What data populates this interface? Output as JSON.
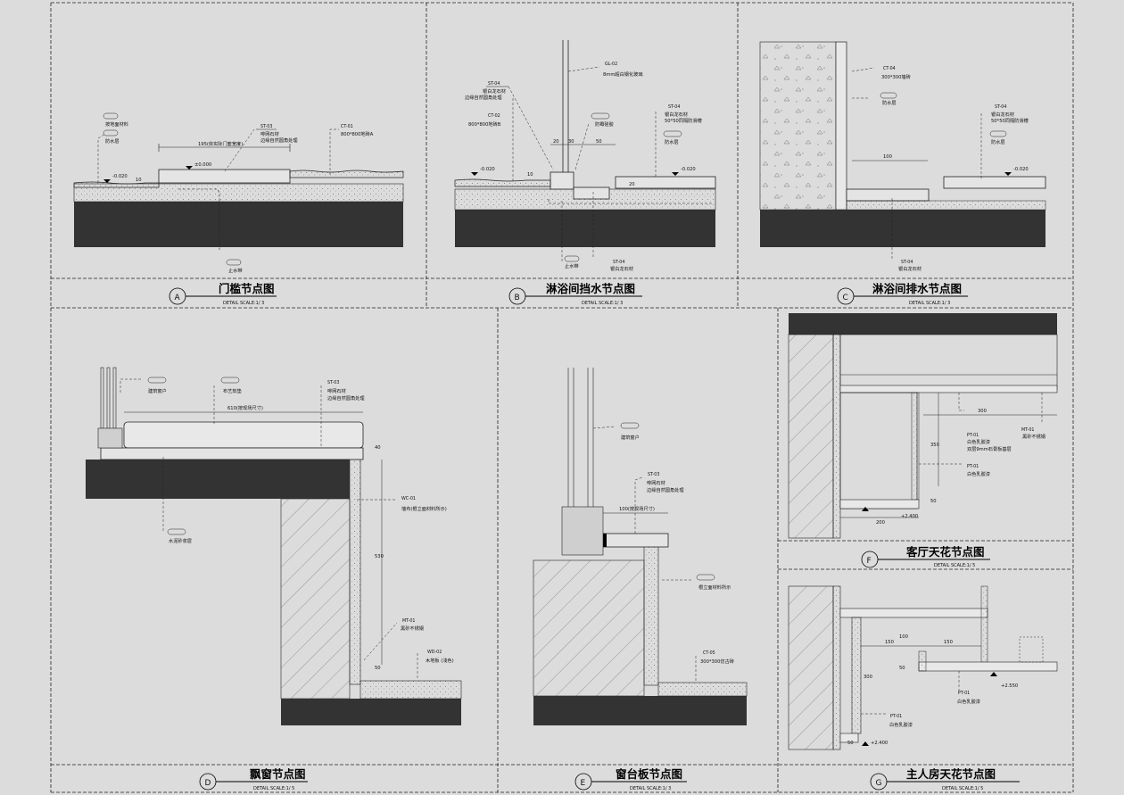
{
  "details": {
    "A": {
      "letter": "A",
      "title": "门槛节点图",
      "scale": "DETAIL   SCALE:1/  3",
      "labels": {
        "paving_finish": "按地面材料",
        "waterproof": "防水层",
        "code_st03": "ST-03",
        "stone_label": "啡网石材",
        "stone_note": "边缘自然圆角处理",
        "code_ct01": "CT-01",
        "tile_label": "800*800地砖A",
        "dim_width": "195(依实际门套宽度)",
        "level_zero": "±0.000",
        "level_low": "-0.020",
        "dim_10": "10",
        "waterstop": "止水带"
      }
    },
    "B": {
      "letter": "B",
      "title": "淋浴间挡水节点图",
      "scale": "DETAIL   SCALE:1/  3",
      "labels": {
        "code_st04_top": "ST-04",
        "stone_label": "银白龙石材",
        "stone_note": "边缘自然圆角处理",
        "code_ct02": "CT-02",
        "tile_label": "800*800地砖B",
        "code_gl02": "GL-02",
        "glass_label": "8mm超白钢化玻璃",
        "silicone": "防霉硅胶",
        "code_st04_right": "ST-04",
        "stone_right": "银白龙石材",
        "groove": "50*50同隔防滑槽",
        "waterproof": "防水层",
        "dim_20": "20",
        "dim_30": "30",
        "dim_50": "50",
        "dim_10": "10",
        "dim_20b": "20",
        "level_left": "-0.020",
        "level_right": "-0.020",
        "waterstop": "止水带",
        "code_st04_bottom": "ST-04",
        "stone_bottom": "银白龙石材"
      }
    },
    "C": {
      "letter": "C",
      "title": "淋浴间排水节点图",
      "scale": "DETAIL   SCALE:1/  3",
      "labels": {
        "code_ct04": "CT-04",
        "wall_tile": "300*300墙砖",
        "waterproof": "防水层",
        "code_st04": "ST-04",
        "stone_label": "银白龙石材",
        "groove": "50*50同隔防滑槽",
        "waterproof_right": "防水层",
        "dim_100": "100",
        "level": "-0.020",
        "code_st04_bottom": "ST-04",
        "stone_bottom": "银白龙石材"
      }
    },
    "D": {
      "letter": "D",
      "title": "飘窗节点图",
      "scale": "DETAIL   SCALE:1/  5",
      "labels": {
        "window": "建筑窗户",
        "cushion": "布艺软垫",
        "code_st03": "ST-03",
        "stone_label": "啡网石材",
        "stone_note": "边缘自然圆角处理",
        "dim_610": "610(按现场尺寸)",
        "dim_40": "40",
        "mortar": "水泥砂浆层",
        "code_wc01": "WC-01",
        "wallcover": "墙布(根立面材料所示)",
        "dim_530": "530",
        "code_mt01": "MT-01",
        "steel": "黑砂不锈钢",
        "code_wd02": "WD-02",
        "wood_floor": "木地板 (浅色)",
        "dim_50": "50"
      }
    },
    "E": {
      "letter": "E",
      "title": "窗台板节点图",
      "scale": "DETAIL   SCALE:1/  3",
      "labels": {
        "window": "建筑窗户",
        "code_st03": "ST-03",
        "stone_label": "啡网石材",
        "stone_note": "边缘自然圆角处理",
        "dim_100": "100(按现场尺寸)",
        "elevation_note": "根立面材料所示",
        "code_ct05": "CT-05",
        "tile_label": "300*300仿古砖"
      }
    },
    "F": {
      "letter": "F",
      "title": "客厅天花节点图",
      "scale": "DETAIL   SCALE:1/  5",
      "labels": {
        "dim_300": "300",
        "code_pt01a": "PT-01",
        "paint": "白色乳胶漆",
        "board": "双层9mm石膏板基层",
        "code_mt01": "MT-01",
        "steel": "黑砂不锈钢",
        "code_pt01b": "PT-01",
        "paint_b": "白色乳胶漆",
        "dim_350": "350",
        "dim_50": "50",
        "dim_200": "200",
        "level": "+2.400"
      }
    },
    "G": {
      "letter": "G",
      "title": "主人房天花节点图",
      "scale": "DETAIL   SCALE:1/  5",
      "labels": {
        "dim_150a": "150",
        "dim_150b": "150",
        "dim_100": "100",
        "dim_50": "50",
        "dim_300": "300",
        "level_high": "+2.550",
        "code_pt01a": "PT-01",
        "paint_a": "白色乳胶漆",
        "code_pt01b": "PT-01",
        "paint_b": "白色乳胶漆",
        "level_low": "+2.400",
        "dim_50b": "50"
      }
    }
  }
}
